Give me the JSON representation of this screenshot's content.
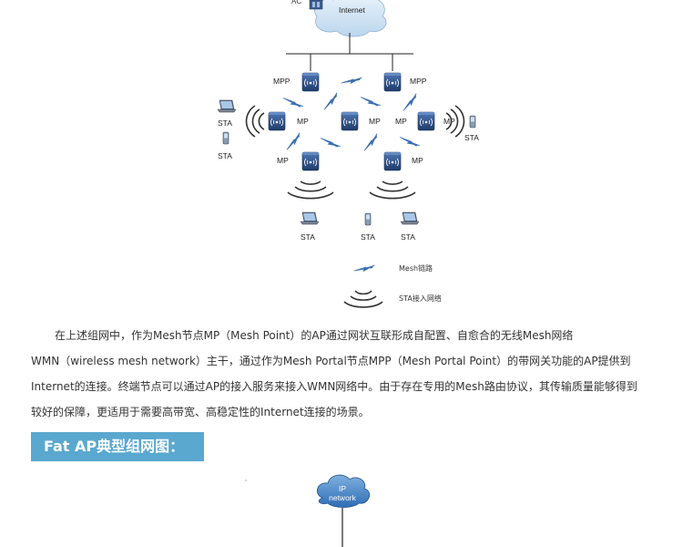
{
  "diagram": {
    "cloud_label": "Internet",
    "ac_label": "AC",
    "mpp_labels": [
      "MPP",
      "MPP"
    ],
    "mp_labels": [
      "MP",
      "MP",
      "MP",
      "MP",
      "MP",
      "MP"
    ],
    "sta_labels": [
      "STA",
      "STA",
      "STA",
      "STA",
      "STA",
      "STA"
    ],
    "legend": [
      {
        "icon": "lightning-arrow-icon",
        "text": "Mesh链路"
      },
      {
        "icon": "wireless-waves-icon",
        "text": "STA接入网络"
      }
    ]
  },
  "paragraph": {
    "lines": [
      "在上述组网中，作为Mesh节点MP（Mesh Point）的AP通过网状互联形成自配置、自愈合的无线Mesh网络",
      "WMN（wireless mesh network）主干，通过作为Mesh Portal节点MPP（Mesh Portal Point）的带网关功能的AP提供到",
      "Internet的连接。终端节点可以通过AP的接入服务来接入WMN网络中。由于存在专用的Mesh路由协议，其传输质量能够得到",
      "较好的保障，更适用于需要高带宽、高稳定性的Internet连接的场景。"
    ]
  },
  "section": {
    "title": "Fat AP典型组网图："
  },
  "diagram2": {
    "cloud_label_line1": "IP",
    "cloud_label_line2": "network"
  },
  "colors": {
    "banner": "#5aa8cf",
    "ap_body": "#2e4f86",
    "link_arrow": "#3a6fb0"
  }
}
